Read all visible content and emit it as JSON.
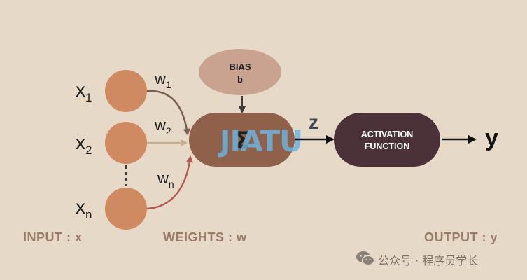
{
  "colors": {
    "background": "#e6d9c8",
    "input_node": "#cf8a62",
    "bias_node": "#c9a390",
    "sum_node": "#8f604a",
    "activation_node": "#4b3239",
    "arrow_w1": "#7a5c55",
    "arrow_w2": "#c6b08c",
    "arrow_wn": "#b25a50",
    "caption": "#9a7a68",
    "text_dark": "#1f1f1f",
    "watermark_blue": "#6fb2dc"
  },
  "inputs": {
    "x1": {
      "base": "x",
      "sub": "1"
    },
    "x2": {
      "base": "x",
      "sub": "2"
    },
    "xn": {
      "base": "x",
      "sub": "n"
    }
  },
  "weights": {
    "w1": {
      "base": "w",
      "sub": "1"
    },
    "w2": {
      "base": "w",
      "sub": "2"
    },
    "wn": {
      "base": "w",
      "sub": "n"
    }
  },
  "bias": {
    "line1": "BIAS",
    "line2": "b"
  },
  "sum_symbol": "Σ",
  "z_label": "z",
  "activation": {
    "line1": "ACTIVATION",
    "line2": "FUNCTION"
  },
  "output_symbol": "y",
  "captions": {
    "input": "INPUT : x",
    "weights": "WEIGHTS : w",
    "output": "OUTPUT : y"
  },
  "watermark": {
    "overlay": "JIATU",
    "source": "公众号 · 程序员学长",
    "icon": "wechat-icon"
  }
}
